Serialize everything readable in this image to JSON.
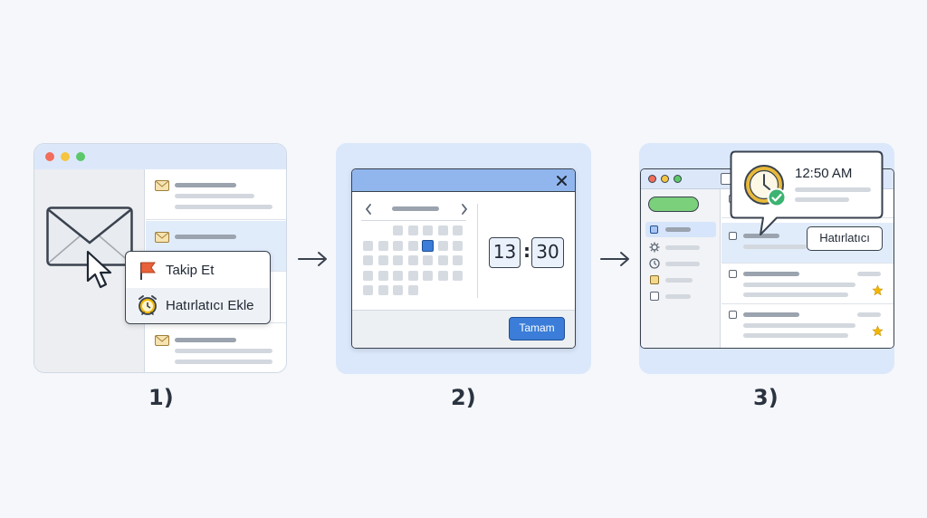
{
  "step1": {
    "label": "1)",
    "menu": {
      "follow_label": "Takip Et",
      "reminder_label": "Hatırlatıcı Ekle"
    },
    "icons": [
      "window-dots",
      "envelope-icon",
      "mouse-pointer-icon",
      "flag-icon",
      "alarm-clock-icon",
      "mail-icon"
    ]
  },
  "step2": {
    "label": "2)",
    "time": {
      "hours": "13",
      "separator": ":",
      "minutes": "30"
    },
    "ok_label": "Tamam",
    "icons": [
      "close-icon",
      "chevron-left-icon",
      "chevron-right-icon"
    ]
  },
  "step3": {
    "label": "3)",
    "reminder_time": "12:50 AM",
    "tag_label": "Hatırlatıcı",
    "icons": [
      "clock-icon",
      "check-icon",
      "star-icon",
      "gear-icon"
    ]
  },
  "colors": {
    "accent": "#3b7dd8",
    "panel_bg": "#dbe8fb",
    "flag": "#e8613a",
    "alarm": "#f2b705",
    "check": "#3cb371",
    "star": "#f2b705"
  }
}
